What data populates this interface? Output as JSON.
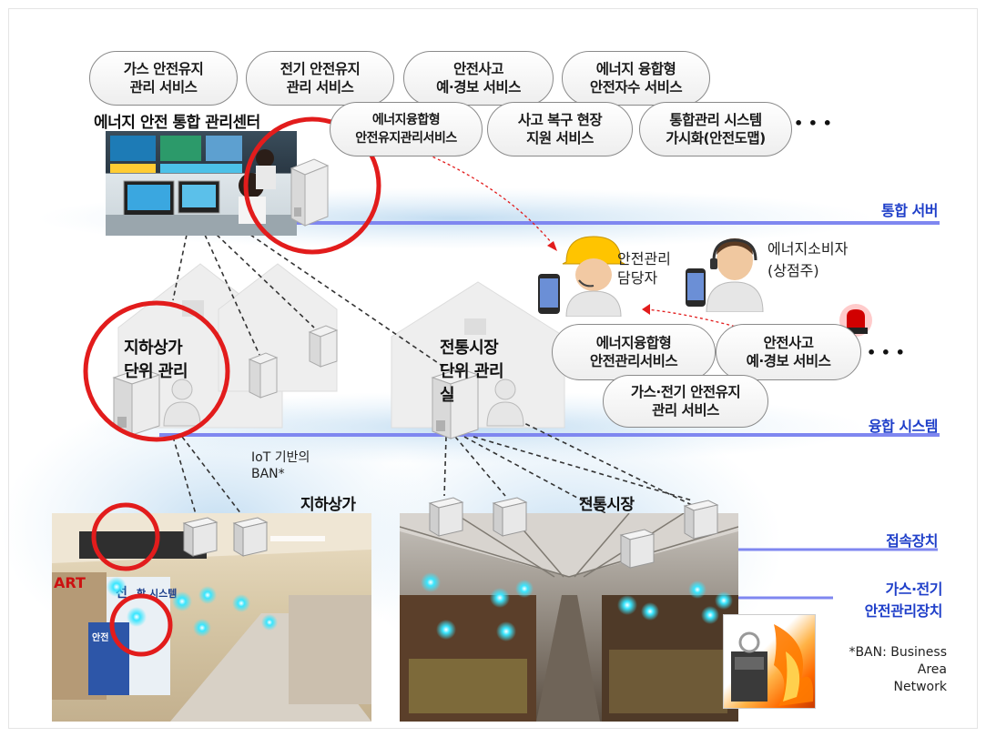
{
  "top_services": [
    "가스 안전유지\n관리 서비스",
    "전기 안전유지\n관리 서비스",
    "안전사고\n예·경보 서비스",
    "에너지 융합형\n안전자수 서비스",
    "에너지융합형\n안전유지관리서비스",
    "사고 복구 현장\n지원 서비스",
    "통합관리 시스템\n가시화(안전도맵)"
  ],
  "top_ellipsis": "• • •",
  "center_title": "에너지 안전 통합 관리센터",
  "integrated_server": "통합 서버",
  "safety_manager": "안전관리\n담당자",
  "energy_consumer": "에너지소비자\n(상점주)",
  "local_services": [
    "에너지융합형\n안전관리서비스",
    "안전사고\n예·경보 서비스",
    "가스·전기 안전유지\n관리 서비스"
  ],
  "local_ellipsis": "• • •",
  "underground_unit": "지하상가\n단위 관리",
  "market_unit": "전통시장\n단위 관리\n실",
  "fusion_system": "융합 시스템",
  "iot_ban": "IoT 기반의\nBAN*",
  "underground_mall": "지하상가",
  "traditional_market": "전통시장",
  "access_device": "접속장치",
  "gas_elec_device": "가스·전기\n안전관리장치",
  "ban_note": "*BAN: Business\nArea\nNetwork",
  "photo_labels": {
    "mall_sign": "ART",
    "mall_sign2": "선",
    "mall_sign3": "합 시스템",
    "mall_side": "안전"
  },
  "colors": {
    "accent_blue": "#1f3fc9",
    "highlight_red": "#e21c1c",
    "line_blue": "#7f87f0",
    "node_cyan": "#39e6ff"
  },
  "icons": [
    "server-icon",
    "manager-person-icon",
    "consumer-person-icon",
    "smartphone-icon",
    "alarm-light-icon",
    "gas-device-fire-icon",
    "house-silhouette-icon",
    "access-device-icon",
    "sensor-node-icon"
  ]
}
